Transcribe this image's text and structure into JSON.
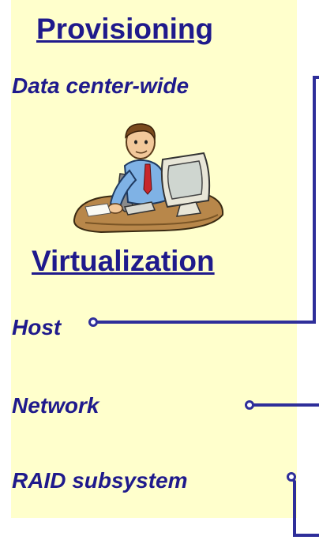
{
  "provisioning": {
    "heading": "Provisioning",
    "scope_label": "Data center-wide"
  },
  "virtualization": {
    "heading": "Virtualization",
    "layers": [
      {
        "label": "Host"
      },
      {
        "label": "Network"
      },
      {
        "label": "RAID subsystem"
      }
    ]
  },
  "colors": {
    "panel_background": "#FFFFCC",
    "text": "#1F1A8C",
    "connector": "#2E2E9A"
  },
  "icons": {
    "illustration": "person-at-computer-icon"
  }
}
